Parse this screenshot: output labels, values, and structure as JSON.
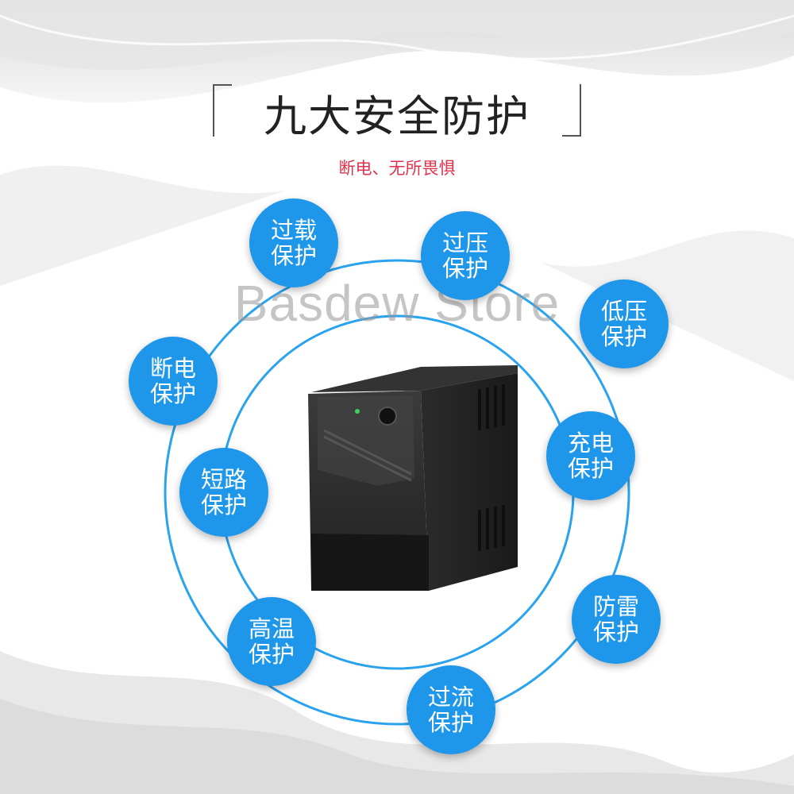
{
  "title": "九大安全防护",
  "subtitle": "断电、无所畏惧",
  "watermark": "Basdew Store",
  "accent_color": "#1e97ea",
  "subtitle_color": "#e0334d",
  "product_icon": "ups-device-icon",
  "protections": [
    {
      "line1": "过载",
      "line2": "保护"
    },
    {
      "line1": "过压",
      "line2": "保护"
    },
    {
      "line1": "低压",
      "line2": "保护"
    },
    {
      "line1": "断电",
      "line2": "保护"
    },
    {
      "line1": "充电",
      "line2": "保护"
    },
    {
      "line1": "短路",
      "line2": "保护"
    },
    {
      "line1": "防雷",
      "line2": "保护"
    },
    {
      "line1": "高温",
      "line2": "保护"
    },
    {
      "line1": "过流",
      "line2": "保护"
    }
  ]
}
